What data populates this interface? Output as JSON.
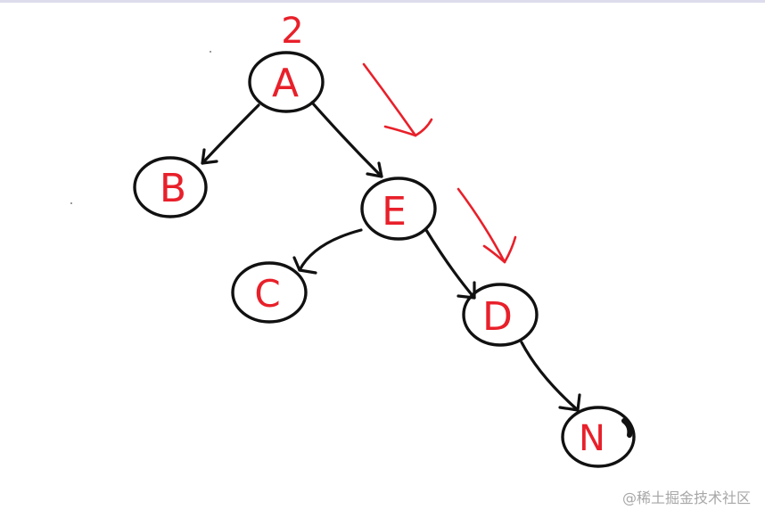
{
  "tree": {
    "colors": {
      "node_outline": "#111111",
      "node_text": "#e8202a",
      "edge": "#111111",
      "annotation": "#e8202a"
    },
    "nodes": [
      {
        "id": "A",
        "label": "A"
      },
      {
        "id": "B",
        "label": "B"
      },
      {
        "id": "E",
        "label": "E"
      },
      {
        "id": "C",
        "label": "C"
      },
      {
        "id": "D",
        "label": "D"
      },
      {
        "id": "N",
        "label": "N"
      }
    ],
    "edges": [
      {
        "from": "A",
        "to": "B"
      },
      {
        "from": "A",
        "to": "E"
      },
      {
        "from": "E",
        "to": "C"
      },
      {
        "from": "E",
        "to": "D"
      },
      {
        "from": "D",
        "to": "N"
      }
    ],
    "annotation": {
      "text": "2"
    }
  },
  "watermark": {
    "text": "@稀土掘金技术社区"
  }
}
